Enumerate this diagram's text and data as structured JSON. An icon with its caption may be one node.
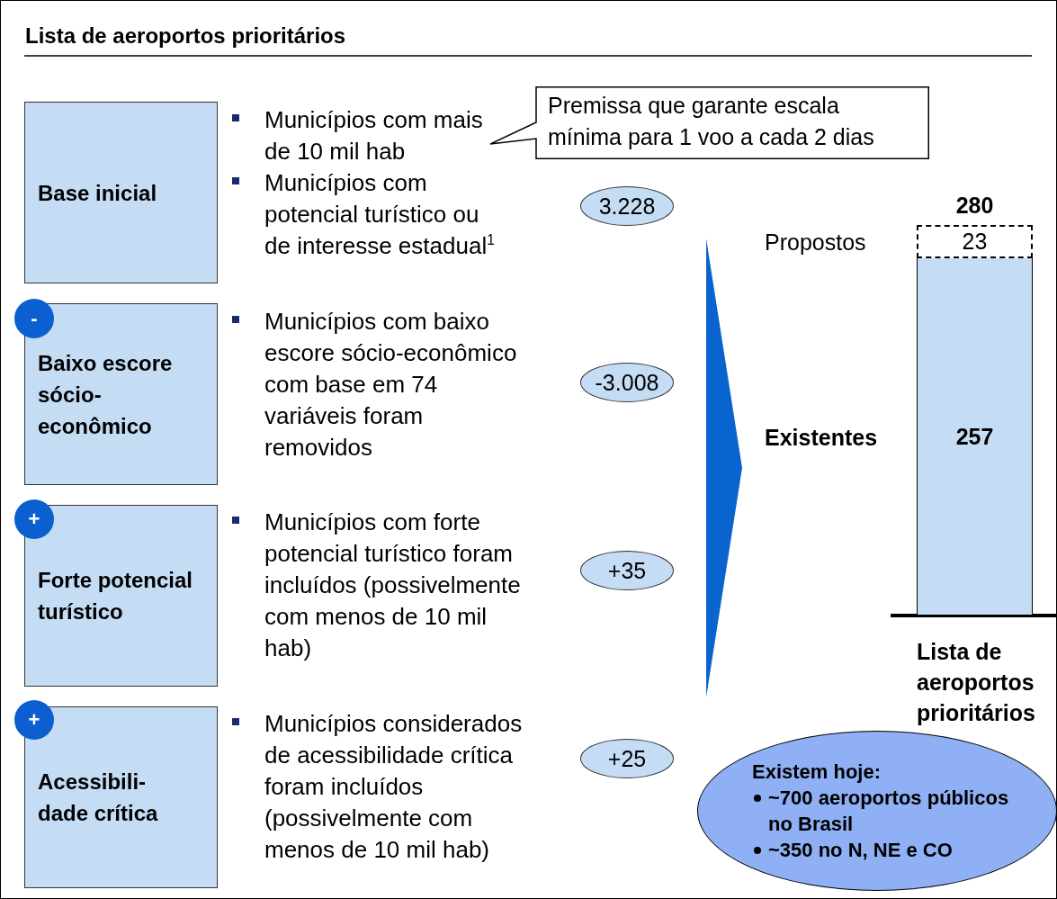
{
  "diagram": {
    "title": "Lista de aeroportos prioritários",
    "nodes": [
      {
        "text": [
          "Base inicial"
        ]
      },
      {
        "text": [
          "Premissa que garante escala mínima para 1 voo a cada 2 dias"
        ]
      },
      {
        "text": [
          "3.228"
        ]
      },
      {
        "text": [
          "-"
        ]
      },
      {
        "text": [
          "Baixo escore sócio-econômico"
        ],
        "beside": [
          "Municípios com baixo escore sócio-econômico com base em 74 variáveis foram removidos"
        ]
      },
      {
        "text": [
          "-3.008"
        ]
      },
      {
        "text": [
          "+"
        ]
      },
      {
        "text": [
          "Forte potencial turístico"
        ],
        "beside": [
          "Municípios com forte potencial turístico foram incluídos (possivelmente com menos de 10 mil hab)"
        ]
      },
      {
        "text": [
          "+35"
        ]
      },
      {
        "text": [
          "+"
        ]
      },
      {
        "text": [
          "Acessibili-dade crítica"
        ],
        "beside": [
          "Municípios considerados de acessibilidade crítica foram incluídos (possivelmente com menos de 10 mil hab)"
        ]
      },
      {
        "text": [
          "+25"
        ]
      },
      {
        "text": [
          "23"
        ],
        "beside": [
          "Propostos"
        ]
      },
      {
        "text": [
          "257"
        ],
        "beside": [
          "Existentes"
        ]
      },
      {
        "text": [
          "Existem hoje:",
          "~700 aeroportos públicos no Brasil",
          "~350 no N, NE e CO"
        ]
      }
    ],
    "labels": [
      "Municípios com mais de 10 mil hab",
      "Municípios com potencial turístico ou de interesse estadual$^{1}$",
      "280",
      "Lista de aeroportos prioritários"
    ]
  }
}
